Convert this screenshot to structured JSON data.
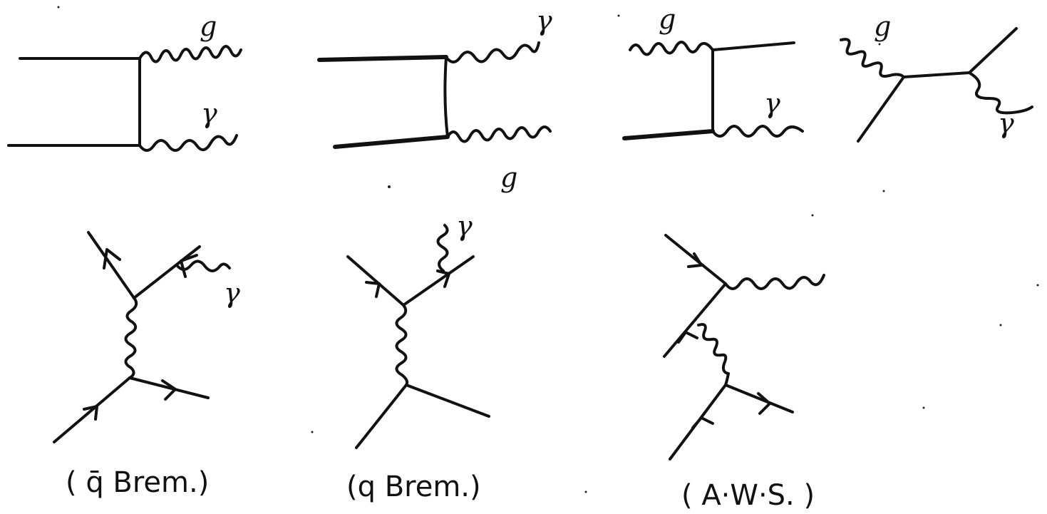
{
  "labels": {
    "gluon": "g",
    "photon": "γ"
  },
  "captions": {
    "diagram5": "( q̄  Brem.)",
    "diagram6": "(q  Brem.)",
    "diagram7": "( A·W·S. )"
  },
  "colors": {
    "ink": "#111111",
    "paper": "#ffffff"
  }
}
